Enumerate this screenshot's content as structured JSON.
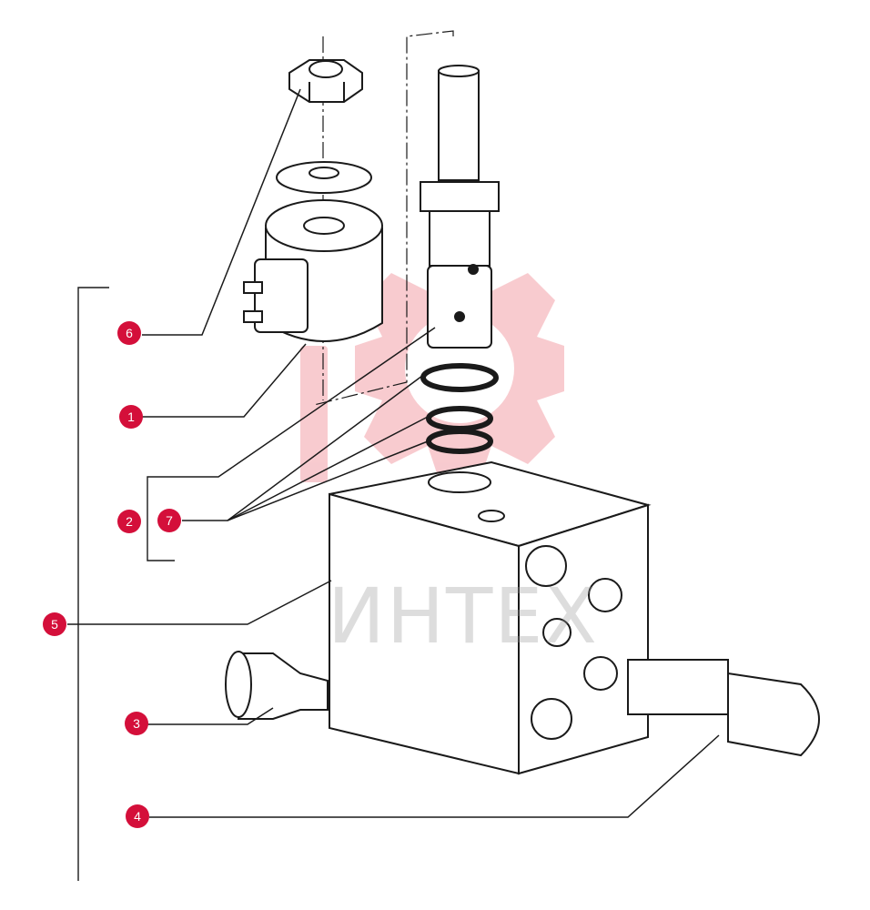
{
  "colors": {
    "callout": "#d40f3a",
    "watermark": "#f2a0a8",
    "line": "#1a1a1a"
  },
  "watermark": {
    "text": "ИНТЕХ"
  },
  "callouts": [
    {
      "id": "6",
      "label": "6"
    },
    {
      "id": "1",
      "label": "1"
    },
    {
      "id": "2",
      "label": "2"
    },
    {
      "id": "7",
      "label": "7"
    },
    {
      "id": "5",
      "label": "5"
    },
    {
      "id": "3",
      "label": "3"
    },
    {
      "id": "4",
      "label": "4"
    }
  ]
}
